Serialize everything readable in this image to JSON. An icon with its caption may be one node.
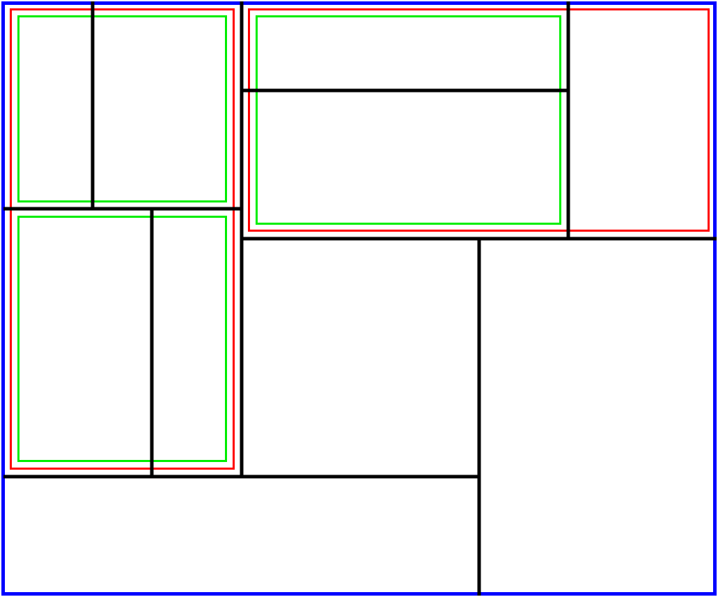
{
  "diagram": {
    "nodes": [
      {
        "text": [],
        "shape": "box"
      },
      {
        "text": [],
        "shape": "box",
        "in": 0
      },
      {
        "text": [],
        "shape": "box",
        "in": 1
      },
      {
        "text": [],
        "shape": "box",
        "in": 1
      },
      {
        "text": [],
        "shape": "box",
        "in": 0
      },
      {
        "text": [],
        "shape": "box",
        "in": 4
      }
    ]
  }
}
